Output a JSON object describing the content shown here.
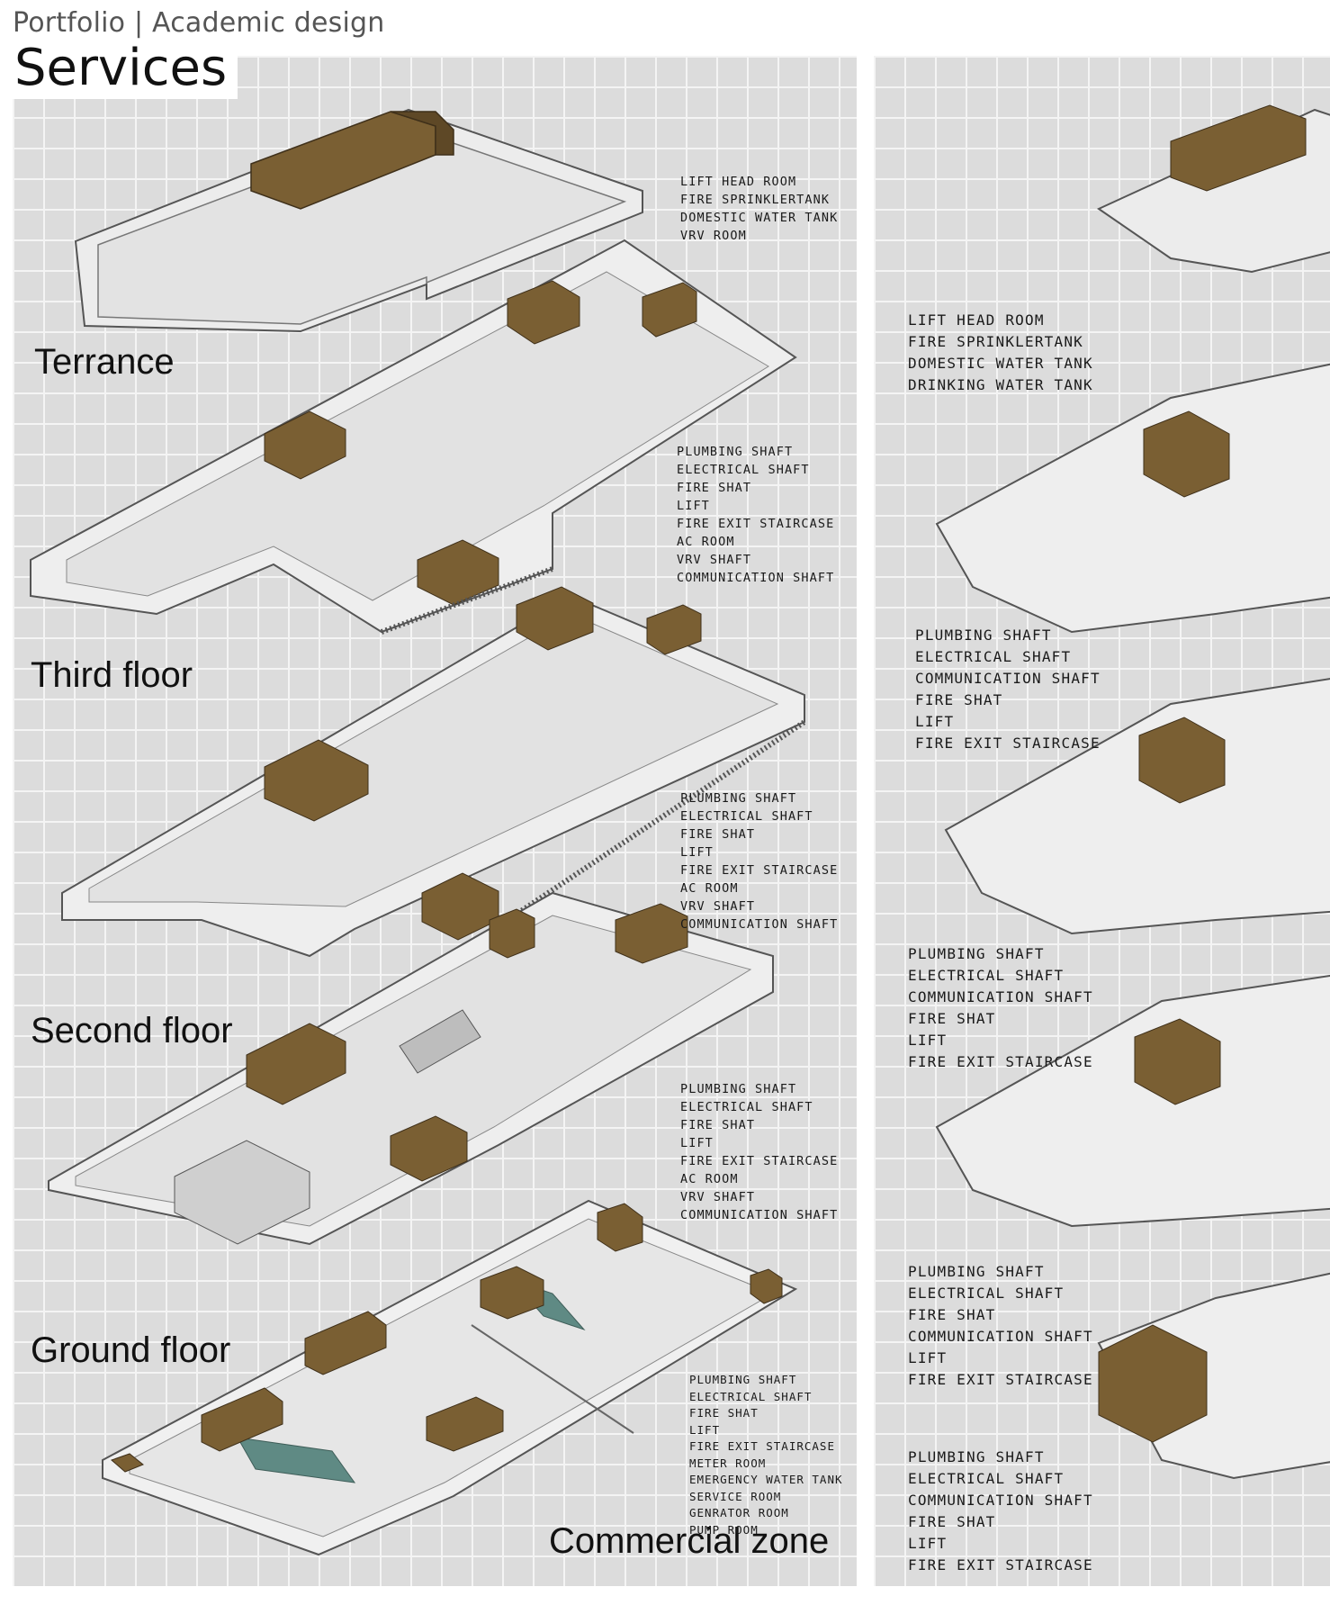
{
  "header": {
    "subtitle": "Portfolio | Academic design",
    "title": "Services"
  },
  "left_panel": {
    "floors": [
      {
        "label": "Terrance",
        "services": [
          "LIFT HEAD ROOM",
          "FIRE SPRINKLERTANK",
          "DOMESTIC WATER TANK",
          "VRV ROOM"
        ]
      },
      {
        "label": "Third floor",
        "services": [
          "PLUMBING SHAFT",
          "ELECTRICAL SHAFT",
          "FIRE SHAT",
          "LIFT",
          "FIRE EXIT STAIRCASE",
          "AC ROOM",
          "VRV SHAFT",
          "COMMUNICATION SHAFT"
        ]
      },
      {
        "label": "Second floor",
        "services": [
          "PLUMBING SHAFT",
          "ELECTRICAL SHAFT",
          "FIRE SHAT",
          "LIFT",
          "FIRE EXIT STAIRCASE",
          "AC ROOM",
          "VRV SHAFT",
          "COMMUNICATION SHAFT"
        ]
      },
      {
        "label": "Ground floor",
        "services": [
          "PLUMBING SHAFT",
          "ELECTRICAL SHAFT",
          "FIRE SHAT",
          "LIFT",
          "FIRE EXIT STAIRCASE",
          "AC ROOM",
          "VRV SHAFT",
          "COMMUNICATION SHAFT"
        ]
      },
      {
        "label": "",
        "services": [
          "PLUMBING SHAFT",
          "ELECTRICAL SHAFT",
          "FIRE SHAT",
          "LIFT",
          "FIRE EXIT STAIRCASE",
          "METER ROOM",
          "EMERGENCY WATER TANK",
          "SERVICE ROOM",
          "GENRATOR ROOM",
          "PUMP ROOM"
        ]
      }
    ],
    "zone_label": "Commercial zone"
  },
  "right_panel": {
    "groups": [
      {
        "services": [
          "LIFT HEAD ROOM",
          "FIRE SPRINKLERTANK",
          "DOMESTIC WATER TANK",
          "DRINKING WATER TANK"
        ]
      },
      {
        "services": [
          "PLUMBING SHAFT",
          "ELECTRICAL SHAFT",
          "COMMUNICATION SHAFT",
          "FIRE SHAT",
          "LIFT",
          "FIRE EXIT STAIRCASE"
        ]
      },
      {
        "services": [
          "PLUMBING SHAFT",
          "ELECTRICAL SHAFT",
          "COMMUNICATION SHAFT",
          "FIRE SHAT",
          "LIFT",
          "FIRE EXIT STAIRCASE"
        ]
      },
      {
        "services": [
          "PLUMBING SHAFT",
          "ELECTRICAL SHAFT",
          "FIRE SHAT",
          "COMMUNICATION SHAFT",
          "LIFT",
          "FIRE EXIT STAIRCASE"
        ]
      },
      {
        "services": [
          "PLUMBING SHAFT",
          "ELECTRICAL SHAFT",
          "COMMUNICATION SHAFT",
          "FIRE SHAT",
          "LIFT",
          "FIRE EXIT STAIRCASE"
        ]
      }
    ]
  },
  "colors": {
    "service_core": "#7a5f33",
    "slab": "#e9e9e9",
    "panel": "#dcdcdc",
    "water": "#5f8a84"
  }
}
